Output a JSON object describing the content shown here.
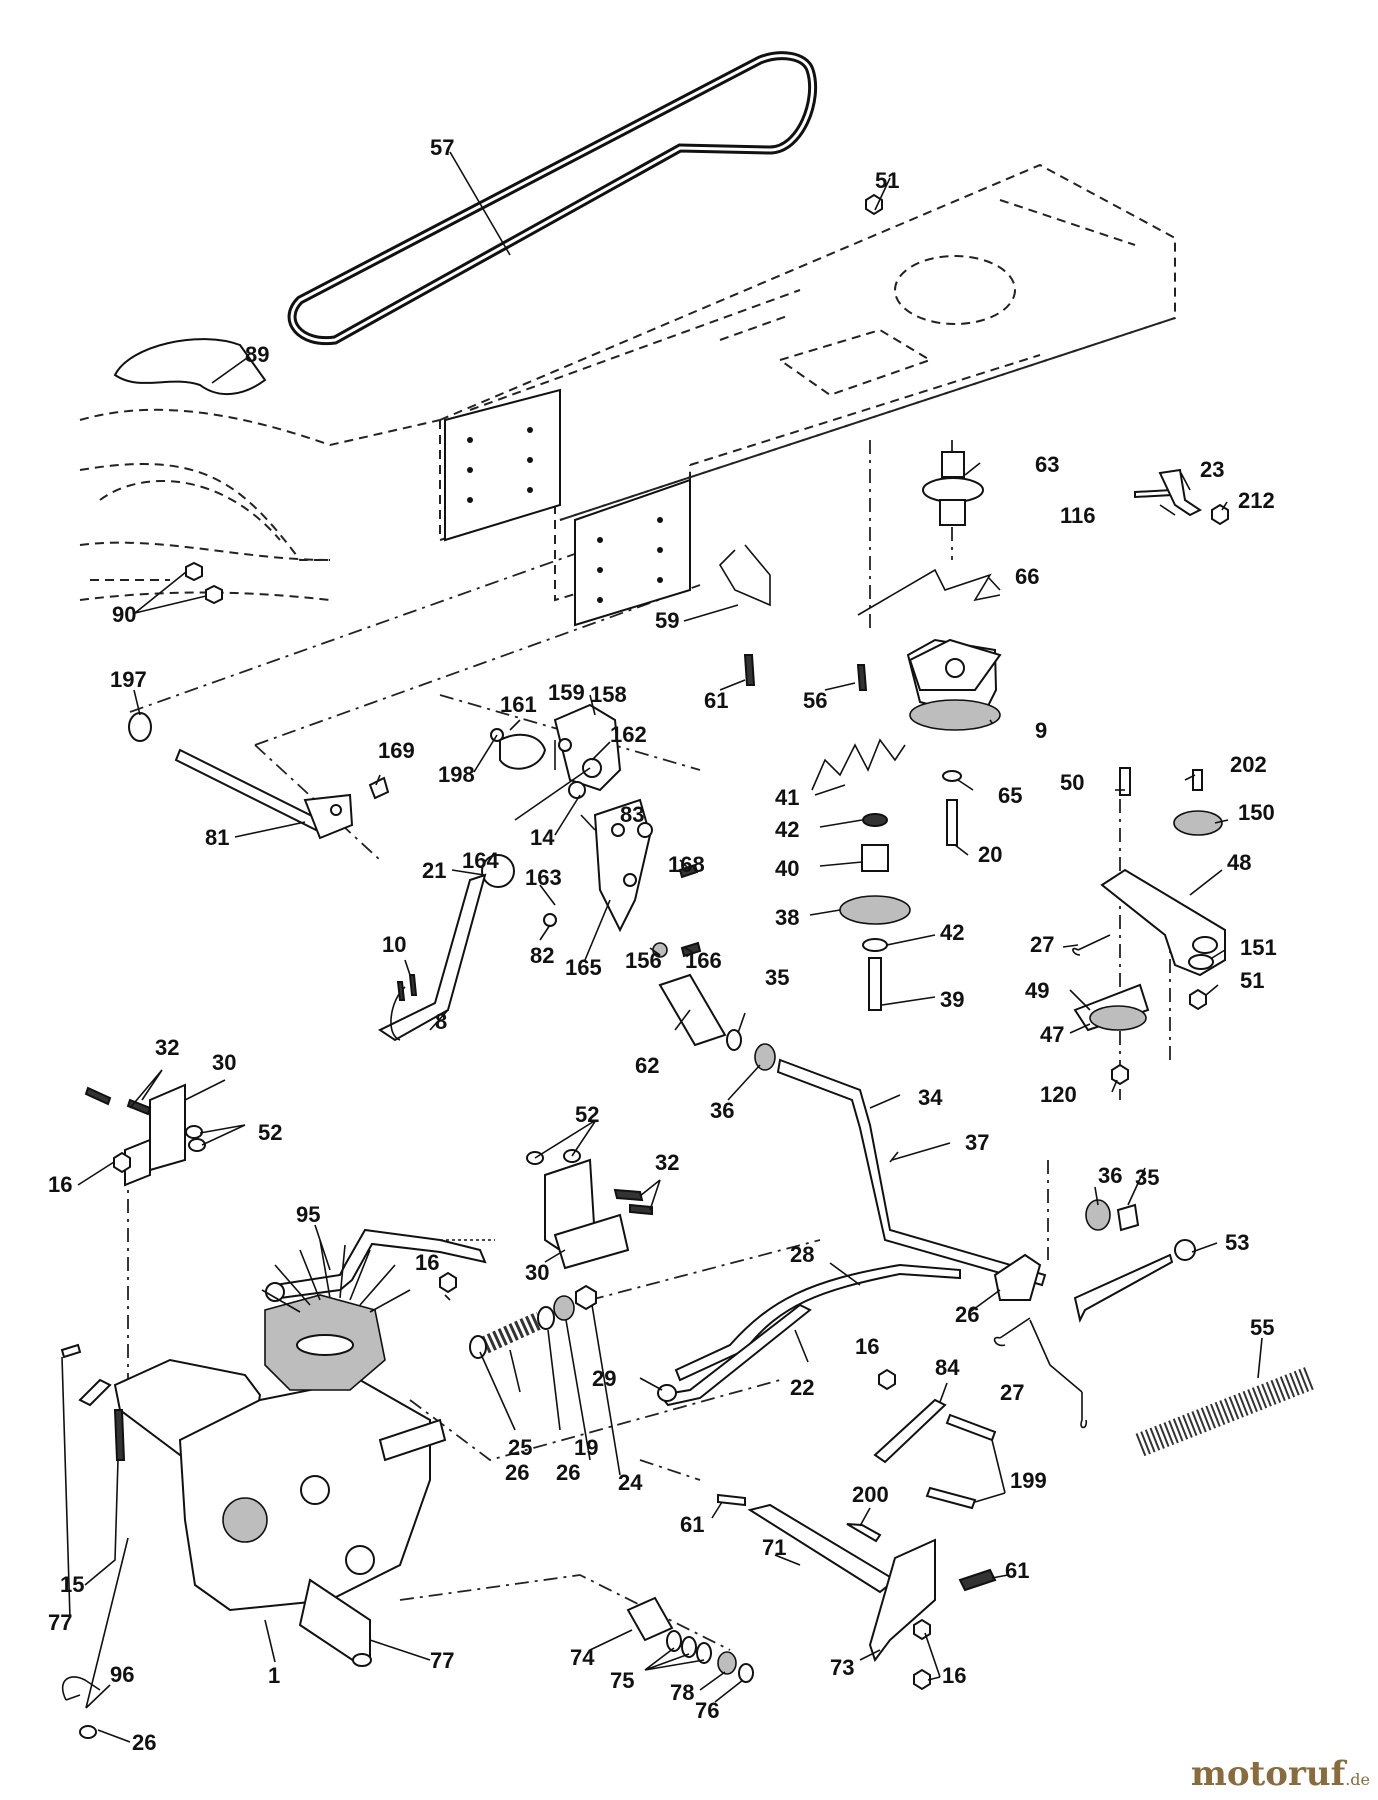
{
  "callouts": {
    "n1": "1",
    "n8": "8",
    "n9": "9",
    "n10": "10",
    "n14": "14",
    "n15": "15",
    "n16a": "16",
    "n16b": "16",
    "n16c": "16",
    "n16d": "16",
    "n19": "19",
    "n20": "20",
    "n21": "21",
    "n22": "22",
    "n23": "23",
    "n24": "24",
    "n25": "25",
    "n26a": "26",
    "n26b": "26",
    "n26c": "26",
    "n26d": "26",
    "n27a": "27",
    "n27b": "27",
    "n28": "28",
    "n29": "29",
    "n30a": "30",
    "n30b": "30",
    "n32a": "32",
    "n32b": "32",
    "n34": "34",
    "n35a": "35",
    "n35b": "35",
    "n36a": "36",
    "n36b": "36",
    "n37": "37",
    "n38": "38",
    "n39": "39",
    "n40": "40",
    "n41": "41",
    "n42a": "42",
    "n42b": "42",
    "n47": "47",
    "n48": "48",
    "n49": "49",
    "n50": "50",
    "n51a": "51",
    "n51b": "51",
    "n52a": "52",
    "n52b": "52",
    "n53": "53",
    "n55": "55",
    "n56": "56",
    "n57": "57",
    "n59": "59",
    "n61a": "61",
    "n61b": "61",
    "n61c": "61",
    "n62": "62",
    "n63": "63",
    "n65": "65",
    "n66": "66",
    "n71": "71",
    "n73": "73",
    "n74": "74",
    "n75": "75",
    "n76": "76",
    "n77a": "77",
    "n77b": "77",
    "n78": "78",
    "n81": "81",
    "n82": "82",
    "n83": "83",
    "n84": "84",
    "n89": "89",
    "n90": "90",
    "n95": "95",
    "n96": "96",
    "n116": "116",
    "n120": "120",
    "n150": "150",
    "n151": "151",
    "n156": "156",
    "n158": "158",
    "n159": "159",
    "n161": "161",
    "n162": "162",
    "n163": "163",
    "n164": "164",
    "n165": "165",
    "n166": "166",
    "n168": "168",
    "n169": "169",
    "n197": "197",
    "n198": "198",
    "n199": "199",
    "n200": "200",
    "n202": "202",
    "n212": "212"
  },
  "watermark": {
    "main": "motoruf",
    "sub": ".de"
  }
}
